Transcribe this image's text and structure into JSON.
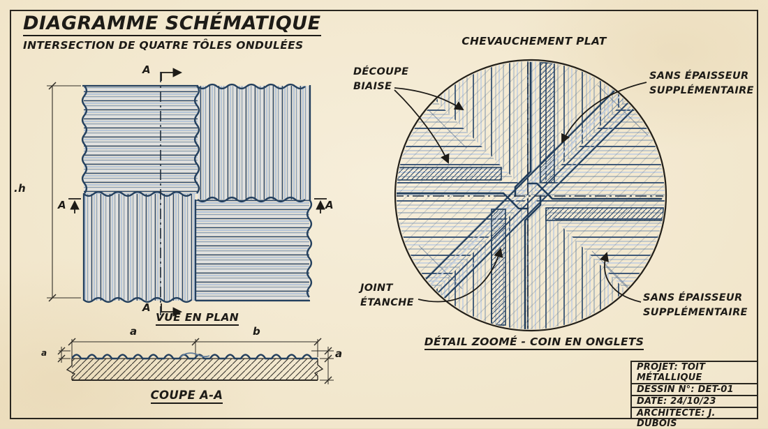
{
  "header": {
    "title": "DIAGRAMME SCHÉMATIQUE",
    "subtitle": "INTERSECTION DE QUATRE TÔLES ONDULÉES"
  },
  "plan_view": {
    "caption": "VUE EN PLAN",
    "height_label": ".h",
    "section_letter": "A"
  },
  "section_view": {
    "caption": "COUPE A-A",
    "dim_a": "a",
    "dim_b": "b",
    "dim_small_left": "a",
    "dim_small_right": "a"
  },
  "detail_view": {
    "title": "CHEVAUCHEMENT PLAT",
    "caption": "DÉTAIL ZOOMÉ - COIN EN ONGLETS",
    "label_decoupe_line1": "DÉCOUPE",
    "label_decoupe_line2": "BIAISE",
    "label_sans_top_line1": "SANS ÉPAISSEUR",
    "label_sans_top_line2": "SUPPLÉMENTAIRE",
    "label_sans_bottom_line1": "SANS ÉPAISSEUR",
    "label_sans_bottom_line2": "SUPPLÉMENTAIRE",
    "label_joint_line1": "JOINT",
    "label_joint_line2": "ÉTANCHE"
  },
  "title_block": {
    "rows": [
      "PROJET: TOIT MÉTALLIQUE",
      "DESSIN N°: DET-01",
      "DATE: 24/10/23",
      "ARCHITECTE: J. DUBOIS"
    ]
  },
  "colors": {
    "paper": "#f1e5c9",
    "ink": "#1d1b17",
    "navy_dark": "#24405e",
    "navy": "#2d4a6e",
    "navy_light": "#9db0c6"
  }
}
